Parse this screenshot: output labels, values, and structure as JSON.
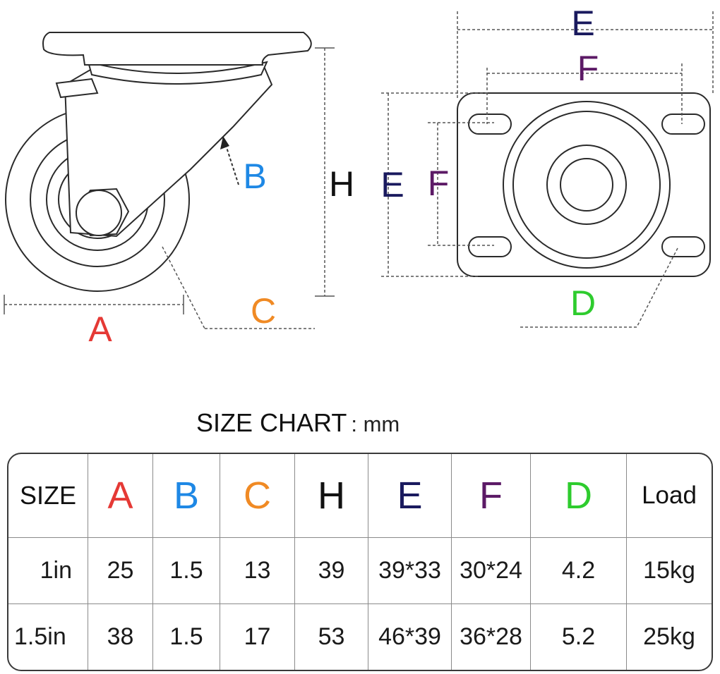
{
  "labels": {
    "A": "A",
    "B": "B",
    "C": "C",
    "H": "H",
    "E_top": "E",
    "F_top": "F",
    "E_side": "E",
    "F_side": "F",
    "D": "D"
  },
  "colors": {
    "A": "#e53935",
    "B": "#1e88e5",
    "C": "#f08a24",
    "H": "#111111",
    "E": "#1a1a5e",
    "F": "#5c1a66",
    "D": "#2ecc2e",
    "line": "#2a2a2a",
    "dash": "#555555"
  },
  "title": {
    "main": "SIZE CHART",
    "unit": ": mm"
  },
  "table": {
    "headers": [
      "SIZE",
      "A",
      "B",
      "C",
      "H",
      "E",
      "F",
      "D",
      "Load"
    ],
    "header_colors": [
      "#111111",
      "#e53935",
      "#1e88e5",
      "#f08a24",
      "#111111",
      "#1a1a5e",
      "#5c1a66",
      "#2ecc2e",
      "#111111"
    ],
    "rows": [
      [
        "1in",
        "25",
        "1.5",
        "13",
        "39",
        "39*33",
        "30*24",
        "4.2",
        "15kg"
      ],
      [
        "1.5in",
        "38",
        "1.5",
        "17",
        "53",
        "46*39",
        "36*28",
        "5.2",
        "25kg"
      ]
    ]
  }
}
